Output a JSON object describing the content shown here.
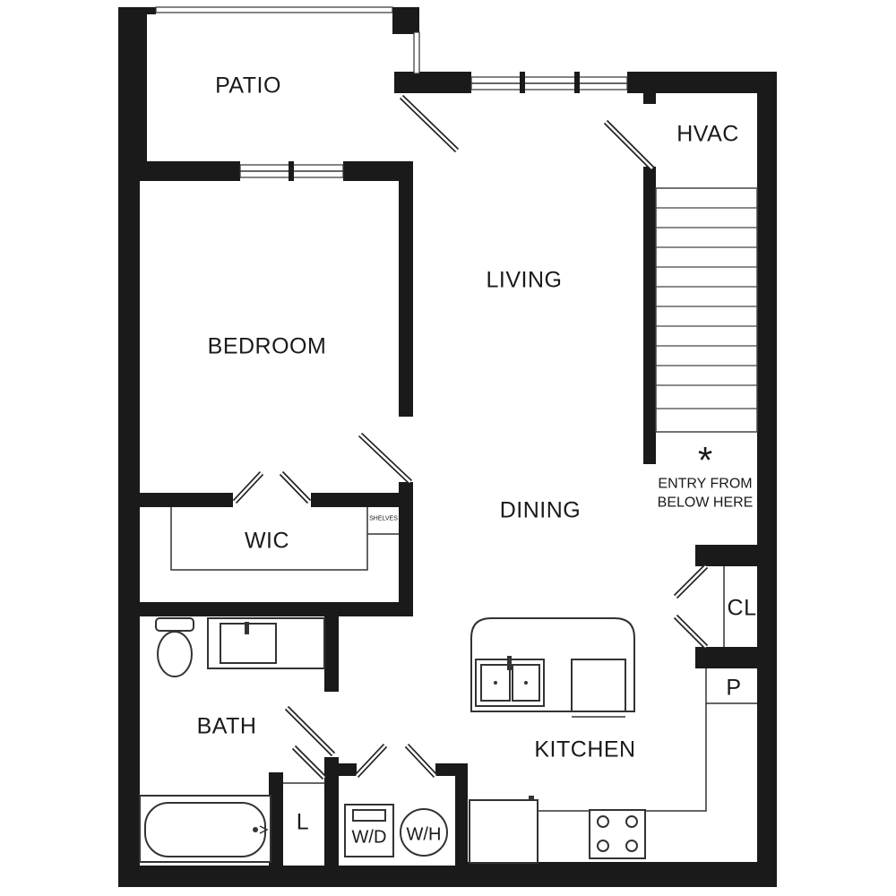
{
  "rooms": {
    "patio": "PATIO",
    "hvac": "HVAC",
    "living": "LIVING",
    "bedroom": "BEDROOM",
    "dining": "DINING",
    "wic": "WIC",
    "shelves": "SHELVES",
    "closet": "CL",
    "pantry": "P",
    "bath": "BATH",
    "kitchen": "KITCHEN",
    "linen": "L",
    "washer_dryer": "W/D",
    "water_heater": "W/H"
  },
  "entry": {
    "marker": "*",
    "line1": "ENTRY FROM",
    "line2": "BELOW HERE"
  },
  "colors": {
    "wall": "#1a1a1a",
    "background": "#ffffff"
  },
  "icons": [
    "toilet-icon",
    "sink-icon",
    "double-sink-icon",
    "bathtub-icon",
    "stove-icon",
    "dishwasher-icon",
    "refrigerator-icon",
    "washer-dryer-icon",
    "water-heater-icon",
    "stairs-icon",
    "door-swing-icon",
    "window-icon"
  ]
}
